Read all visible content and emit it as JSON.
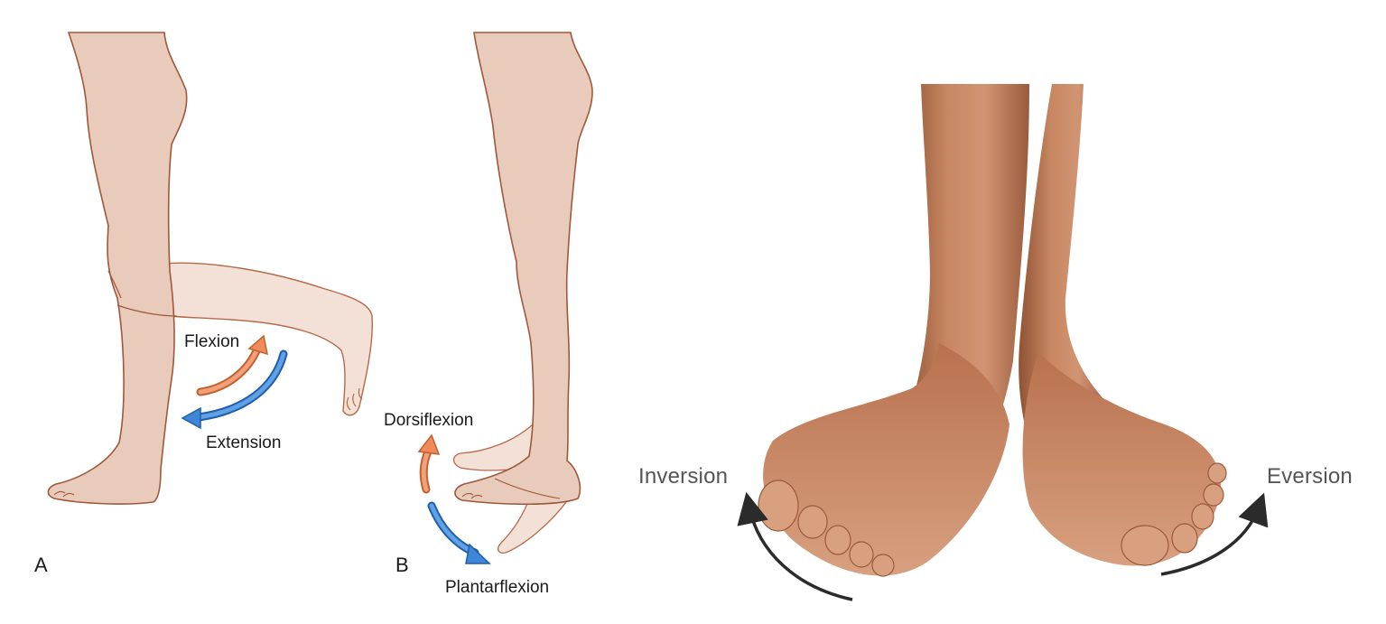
{
  "panel_a": {
    "panel_letter": "A",
    "motions": {
      "flexion": "Flexion",
      "extension": "Extension"
    }
  },
  "panel_b": {
    "panel_letter": "B",
    "motions": {
      "dorsiflexion": "Dorsiflexion",
      "plantarflexion": "Plantarflexion"
    }
  },
  "photo_panel": {
    "motions": {
      "inversion": "Inversion",
      "eversion": "Eversion"
    }
  },
  "colors": {
    "skin_fill": "#e8cbbb",
    "skin_ghost": "#f3e1d7",
    "skin_outline": "#a0583a",
    "flexion_arrow": "#f08a5a",
    "extension_arrow": "#3f86d8",
    "photo_arrow": "#2b2b2b",
    "photo_skin": "#c98763",
    "photo_skin_dark": "#9a5a3c"
  }
}
